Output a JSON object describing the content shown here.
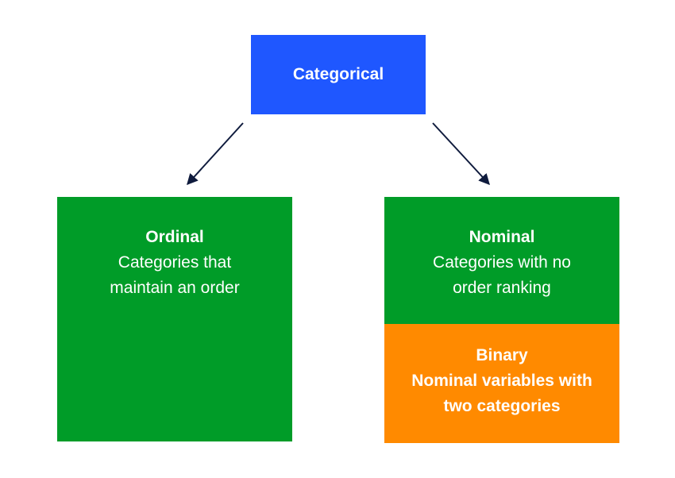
{
  "diagram": {
    "root": {
      "label": "Categorical",
      "color": "#1f57ff"
    },
    "ordinal": {
      "title": "Ordinal",
      "line1": "Categories that",
      "line2": "maintain an order",
      "color": "#009c28"
    },
    "nominal": {
      "title": "Nominal",
      "line1": "Categories with no",
      "line2": "order ranking",
      "color": "#009c28"
    },
    "binary": {
      "title": "Binary",
      "line1": "Nominal variables with",
      "line2": "two categories",
      "color": "#ff8a00"
    },
    "arrow_color": "#0f1b3d"
  }
}
